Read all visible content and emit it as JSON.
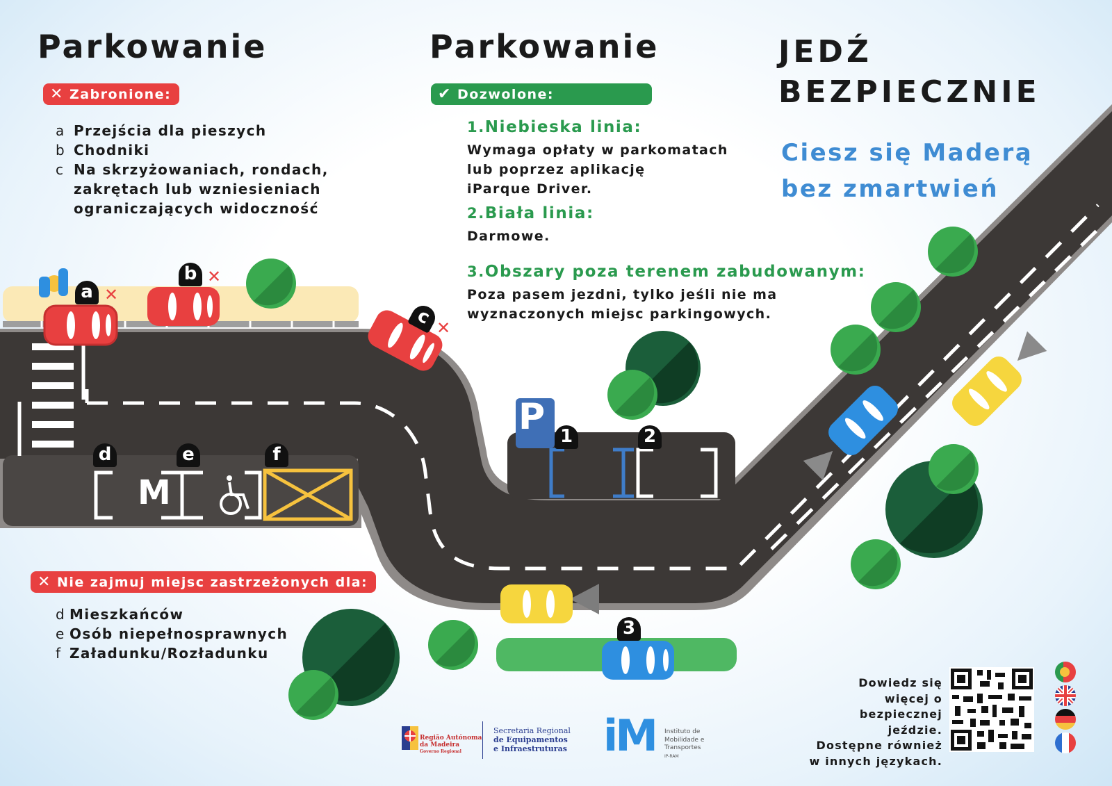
{
  "forbidden": {
    "title": "Parkowanie",
    "badge": "Zabronione:",
    "items": [
      {
        "key": "a",
        "text": "Przejścia dla pieszych"
      },
      {
        "key": "b",
        "text": "Chodniki"
      },
      {
        "key": "c",
        "text": "Na skrzyżowaniach, rondach,"
      },
      {
        "key": "",
        "text": "zakrętach lub wzniesieniach"
      },
      {
        "key": "",
        "text": "ograniczających widoczność"
      }
    ]
  },
  "allowed": {
    "title": "Parkowanie",
    "badge": "Dozwolone:",
    "s1_num": "1.",
    "s1_head": "Niebieska linia:",
    "s1_lines": [
      "Wymaga opłaty w parkomatach",
      "lub poprzez aplikację",
      "iParque Driver."
    ],
    "s2_num": "2.",
    "s2_head": "Biała linia:",
    "s2_lines": [
      "Darmowe."
    ],
    "s3_num": "3.",
    "s3_head": "Obszary poza terenem zabudowanym:",
    "s3_lines": [
      "Poza pasem jezdni, tylko jeśli nie ma",
      "wyznaczonych miejsc parkingowych."
    ]
  },
  "safe": {
    "line1": "JEDŹ",
    "line2": "BEZPIECZNIE",
    "sub1": "Ciesz się Maderą",
    "sub2": "bez zmartwień"
  },
  "reserved": {
    "badge": "Nie zajmuj miejsc zastrzeżonych dla:",
    "items": [
      {
        "key": "d",
        "text": "Mieszkańców"
      },
      {
        "key": "e",
        "text": "Osób niepełnosprawnych"
      },
      {
        "key": "f",
        "text": "Załadunku/Rozładunku"
      }
    ]
  },
  "markers": {
    "a": "a",
    "b": "b",
    "c": "c",
    "d": "d",
    "e": "e",
    "f": "f",
    "one": "1",
    "two": "2",
    "three": "3"
  },
  "parking_sign": "P",
  "resident_sign": "M",
  "qr": {
    "lines": [
      "Dowiedz się",
      "więcej o bezpiecznej",
      "jeździe.",
      "Dostępne również",
      "w innych językach."
    ]
  },
  "flags": [
    "portugal-flag-icon",
    "uk-flag-icon",
    "germany-flag-icon",
    "france-flag-icon"
  ],
  "logos": {
    "madeira_l1": "Região Autónoma",
    "madeira_l2": "da Madeira",
    "madeira_l3": "Governo Regional",
    "secretaria_l1": "Secretaria Regional",
    "secretaria_l2": "de Equipamentos",
    "secretaria_l3": "e Infraestruturas",
    "im_mark": "iM",
    "imt_l1": "Instituto de",
    "imt_l2": "Mobilidade e",
    "imt_l3": "Transportes",
    "imt_l4": "IP-RAM"
  },
  "colors": {
    "road": "#3c3836",
    "red": "#e84040",
    "green": "#2a9a4e",
    "blue": "#3f8cd3",
    "yellow": "#f6c23e",
    "tree_light": "#3aaa4f",
    "tree_dark": "#1b5e3a"
  }
}
